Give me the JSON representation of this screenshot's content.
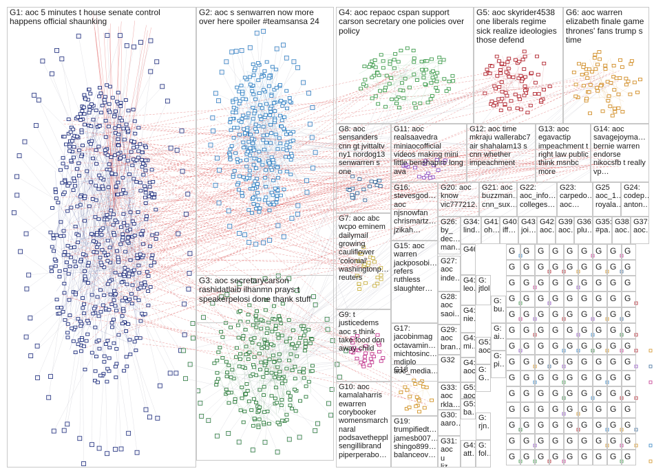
{
  "groups": [
    {
      "id": "G1",
      "label": "G1: aoc 5 minutes t house senate control happens official shaunking",
      "color": "#1a2a7a"
    },
    {
      "id": "G2",
      "label": "G2: aoc s senwarren now more over here spoiler #teamsansa 24",
      "color": "#2f7fc2"
    },
    {
      "id": "G3",
      "label": "G3: aoc secretarycarson rashidatlaib ilhanmn prays t speakerpelosi done thank stuff",
      "color": "#2a7a3a"
    },
    {
      "id": "G4",
      "label": "G4: aoc repaoc cspan support carson secretary one policies over policy",
      "color": "#3c9a4a"
    },
    {
      "id": "G5",
      "label": "G5: aoc skyrider4538 one liberals regime sick realize ideologies those defend",
      "color": "#b0202a"
    },
    {
      "id": "G6",
      "label": "G6: aoc warren elizabeth finale game thrones' fans trump s time",
      "color": "#d08a20"
    },
    {
      "id": "G7",
      "label": "G7: aoc abc wcpo eminem dailymail growing cauliflower 'colonial' washingtonp… reuters",
      "color": "#c8b040"
    },
    {
      "id": "G8",
      "label": "G8: aoc sensanders cnn gt jvittaltv ny1 nordog13 senwarren s one",
      "color": "#3a6a9a"
    },
    {
      "id": "G9",
      "label": "G9: t justicedems aoc s think take food don away child",
      "color": "#c0308a"
    },
    {
      "id": "G10",
      "label": "G10: aoc kamalaharris ewarren corybooker womensmarch naral podsavetheppl sengillibrand piperperabo…",
      "color": "#7a7a7a"
    },
    {
      "id": "G11",
      "label": "G11: aoc realsaavedra miniaocofficial videos making mini little benshapiro long ava",
      "color": "#8a4ac0"
    },
    {
      "id": "G12",
      "label": "G12: aoc time mkraju wallerabc7 air shahalam13 s cnn whether impeachment",
      "color": "#6a6a6a"
    },
    {
      "id": "G13",
      "label": "G13: aoc egavactip impeachment t right law public think msnbc more",
      "color": "#6a6a6a"
    },
    {
      "id": "G14",
      "label": "G14: aoc savagejoyma… bernie warren endorse nikocsfb t really vp…",
      "color": "#6a6a6a"
    },
    {
      "id": "G15",
      "label": "G15: aoc warren jackposobi… refers ruthless slaughter…",
      "color": "#6a6a6a"
    },
    {
      "id": "G16",
      "label": "G16: stevesgod… aoc njsnowfan chrismartz… jzikah…",
      "color": "#6a6a6a"
    },
    {
      "id": "G17",
      "label": "G17: jacobinmag octavamin… michtosinc… mdiplo aoc_media…",
      "color": "#6a6a6a"
    },
    {
      "id": "G18",
      "label": "G18",
      "color": "#d09020"
    },
    {
      "id": "G19",
      "label": "G19: trumpifiedt… jamesb007… shingo899… balanceov…",
      "color": "#6a6a6a"
    },
    {
      "id": "G20",
      "label": "G20: aoc know vic777212…",
      "color": "#6a6a6a"
    },
    {
      "id": "G21",
      "label": "G21: aoc buzzman… cnn_sux…",
      "color": "#6a6a6a"
    },
    {
      "id": "G22",
      "label": "G22: aoc_info… colleges…",
      "color": "#6a6a6a"
    },
    {
      "id": "G23",
      "label": "G23: carpedo… aoc…",
      "color": "#6a6a6a"
    },
    {
      "id": "G24",
      "label": "G24: codep… anton…",
      "color": "#6a6a6a"
    },
    {
      "id": "G25",
      "label": "G25 aoc_1… royala…",
      "color": "#6a6a6a"
    },
    {
      "id": "G26",
      "label": "G26: by_ dec… man…",
      "color": "#6a6a6a"
    },
    {
      "id": "G27",
      "label": "G27: aoc inde…",
      "color": "#6a6a6a"
    },
    {
      "id": "G28",
      "label": "G28: aoc saoi…",
      "color": "#6a6a6a"
    },
    {
      "id": "G29",
      "label": "G29: aoc bran…",
      "color": "#6a6a6a"
    },
    {
      "id": "G30",
      "label": "G30: aaro…",
      "color": "#6a6a6a"
    },
    {
      "id": "G31",
      "label": "G31: aoc u liz_…",
      "color": "#6a6a6a"
    },
    {
      "id": "G32",
      "label": "G32",
      "color": "#6a6a6a"
    },
    {
      "id": "G33",
      "label": "G33: aoc rkla…",
      "color": "#6a6a6a"
    },
    {
      "id": "G34",
      "label": "G34: lind…",
      "color": "#6a6a6a"
    },
    {
      "id": "G35",
      "label": "G35: #pa…",
      "color": "#6a6a6a"
    },
    {
      "id": "G36",
      "label": "G36: plu…",
      "color": "#6a6a6a"
    },
    {
      "id": "G37",
      "label": "G37: aoc…",
      "color": "#6a6a6a"
    },
    {
      "id": "G38",
      "label": "G38: aoc…",
      "color": "#6a6a6a"
    },
    {
      "id": "G39",
      "label": "G39: aoc…",
      "color": "#6a6a6a"
    },
    {
      "id": "G40",
      "label": "G40: iff…",
      "color": "#6a6a6a"
    },
    {
      "id": "G41",
      "label": "G41: oh…",
      "color": "#6a6a6a"
    },
    {
      "id": "G42",
      "label": "G42: aoc…",
      "color": "#6a6a6a"
    },
    {
      "id": "G43",
      "label": "G43: joi…",
      "color": "#6a6a6a"
    },
    {
      "id": "G46",
      "label": "G46",
      "color": "#6a6a6a"
    },
    {
      "id": "G4x",
      "label": "G4: leo…",
      "color": "#6a6a6a"
    },
    {
      "id": "G4y",
      "label": "G4: nie…",
      "color": "#6a6a6a"
    },
    {
      "id": "G4z",
      "label": "G4: mi…",
      "color": "#6a6a6a"
    },
    {
      "id": "G4w",
      "label": "G4: aoc…",
      "color": "#6a6a6a"
    },
    {
      "id": "G4v",
      "label": "G4: att…",
      "color": "#6a6a6a"
    },
    {
      "id": "G5a",
      "label": "G5: ba…",
      "color": "#6a6a6a"
    },
    {
      "id": "G5b",
      "label": "G5: aoc…",
      "color": "#6a6a6a"
    },
    {
      "id": "G51",
      "label": "G51: aoc…",
      "color": "#6a6a6a"
    },
    {
      "id": "Gm1",
      "label": "G: jtlol",
      "color": "#6a6a6a"
    },
    {
      "id": "Gm2",
      "label": "G: bu…",
      "color": "#6a6a6a"
    },
    {
      "id": "Gm3",
      "label": "G: ai…",
      "color": "#6a6a6a"
    },
    {
      "id": "Gm4",
      "label": "G: pi…",
      "color": "#6a6a6a"
    },
    {
      "id": "Gm5",
      "label": "G: G…",
      "color": "#6a6a6a"
    },
    {
      "id": "Gm6",
      "label": "G: rjn…",
      "color": "#6a6a6a"
    },
    {
      "id": "Gm7",
      "label": "G: fol…",
      "color": "#6a6a6a"
    }
  ],
  "small_cell_glyph": "G",
  "colors": {
    "edge_intra": "#b8b8b8",
    "edge_inter": "#d43a3a",
    "border": "#c8c8c8"
  }
}
